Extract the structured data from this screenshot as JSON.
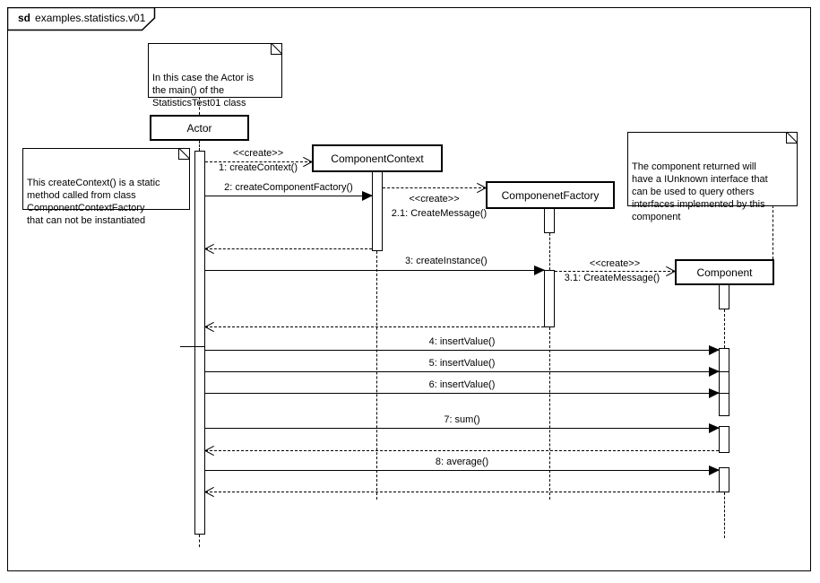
{
  "frame": {
    "keyword": "sd",
    "title": "examples.statistics.v01"
  },
  "lifelines": [
    {
      "id": "actor",
      "label": "Actor"
    },
    {
      "id": "component-context",
      "label": "ComponentContext"
    },
    {
      "id": "componenet-factory",
      "label": "ComponenetFactory"
    },
    {
      "id": "component",
      "label": "Component"
    }
  ],
  "notes": {
    "actor_note": "In this case the Actor is\nthe main() of the\nStatisticsTest01 class",
    "create_context_note": "This createContext() is a static\nmethod called from class\nComponentContextFactory\nthat can not be instantiated",
    "component_note": "The component returned will\nhave a IUnknown interface that\ncan be used to query others\ninterfaces implemented by this\ncomponent"
  },
  "messages": {
    "m1_stereotype": "<<create>>",
    "m1": "1: createContext()",
    "m2": "2: createComponentFactory()",
    "m21_stereotype": "<<create>>",
    "m21": "2.1: CreateMessage()",
    "m3": "3: createInstance()",
    "m31_stereotype": "<<create>>",
    "m31": "3.1: CreateMessage()",
    "m4": "4: insertValue()",
    "m5": "5: insertValue()",
    "m6": "6: insertValue()",
    "m7": "7: sum()",
    "m8": "8: average()"
  },
  "colors": {
    "line": "#000000",
    "background": "#ffffff"
  }
}
